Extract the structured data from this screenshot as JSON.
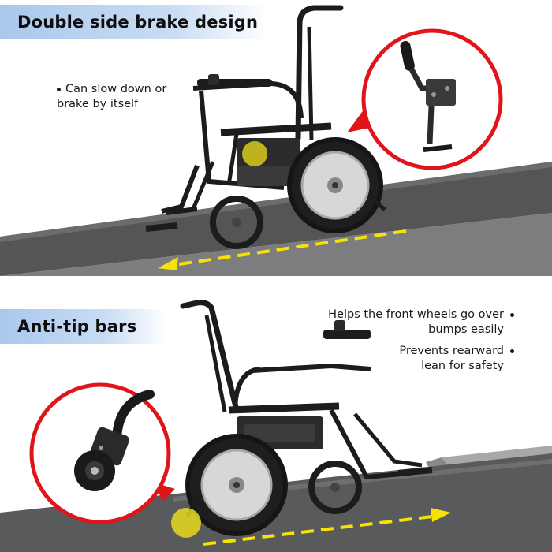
{
  "panels": [
    {
      "title": "Double side brake design",
      "bullets": [
        {
          "line1": "Can slow down or",
          "line2": "brake by itself"
        }
      ],
      "callout_icon": "hand-brake-lever-icon",
      "highlight_color": "#f0e21a"
    },
    {
      "title": "Anti-tip bars",
      "bullets": [
        {
          "line1": "Helps the front wheels go over",
          "line2": "bumps easily"
        },
        {
          "line1": "Prevents rearward",
          "line2": "lean for safety"
        }
      ],
      "callout_icon": "anti-tip-wheel-icon",
      "highlight_color": "#f0e21a"
    }
  ],
  "colors": {
    "banner": "#a9c8ec",
    "callout_ring": "#e0151b",
    "arrow": "#f5e400",
    "ramp": "#5a5a5c",
    "steps": "#8d8d8f",
    "frame": "#1c1c1c"
  }
}
